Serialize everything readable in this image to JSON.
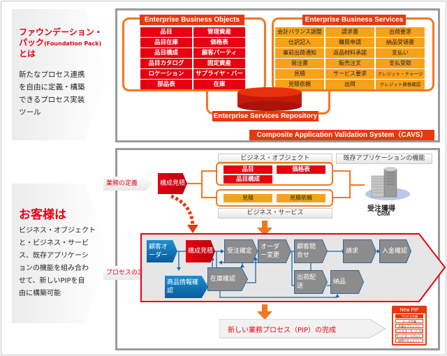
{
  "foundation_panel": {
    "title_line1": "ファウンデーション・",
    "title_line2": "パック",
    "title_paren": "(Foundation Pack)",
    "title_line3": "とは",
    "body": [
      "新たなプロセス連携",
      "を自由に定義・構築",
      "できるプロセス実装",
      "ツール"
    ]
  },
  "customer_panel": {
    "title": "お客様は",
    "body": [
      "ビジネス・オブジェクト",
      "と・ビジネス・サービ",
      "ス、既存アプリケーシ",
      "ョンの機能を組み合わ",
      "せて、新しいPIPを自",
      "由に構築可能"
    ]
  },
  "top_diagram": {
    "objects_title": "Enterprise Business Objects",
    "objects": [
      "品目",
      "管理資産",
      "品目在庫",
      "価格表",
      "品目構成",
      "顧客パーティ",
      "品目カタログ",
      "固定資産",
      "ロケーション",
      "サプライヤ・パーティ",
      "部品表",
      "在庫"
    ],
    "services_title": "Enterprise Business Services",
    "services": [
      "会計バランス調整",
      "請求書",
      "出荷要求",
      "仕訳記入",
      "購買申請",
      "納品受領書",
      "事前出荷通知",
      "返品材料承諾",
      "支払い",
      "発注書",
      "販売注文",
      "支払受取",
      "見積",
      "サービス要求",
      "クレジット・チャージ承認",
      "見積依頼",
      "出荷",
      "クレジット資格確認"
    ],
    "repository_label": "Enterprise Services Repository",
    "cavs_label": "Composite Application Validation System（CAVS）"
  },
  "bottom_diagram": {
    "business_definition_tag": "業務の定義",
    "process_definition_tag": "プロセスの定義",
    "selected_process": "構成見積",
    "business_objects_label": "ビジネス・オブジェクト",
    "existing_apps_label": "既存アプリケーションの機能",
    "business_services_label": "ビジネス・サービス",
    "objects": [
      "品目",
      "価格表",
      "品目構成"
    ],
    "services": [
      "見積",
      "見積依頼"
    ],
    "crm_label": "受注獲得",
    "crm_sub": "CRM",
    "steps": {
      "customer_order": "顧客オーダー",
      "product_info": "商品情報確認",
      "config_quote": "構成見積",
      "order_confirm": "受注確定",
      "stock_check": "在庫確認",
      "order_change": "オーダー変更",
      "customer_inquiry": "顧客問合せ",
      "shipping": "出荷配送",
      "billing": "請求",
      "payment_confirm": "入金確認",
      "delivery": "納品"
    },
    "result_label": "新しい業務プロセス（PIP）の完成",
    "new_pip": {
      "title": "New PIP",
      "items": [
        "プロセス定義",
        "データ定義",
        "共通オブジェクト",
        "ビジネス・サービス定義",
        "サービス・リポジトリ",
        "説明ドキュメント"
      ]
    }
  },
  "colors": {
    "accent_red": "#e60012",
    "accent_orange": "#f07820",
    "service_orange": "#f7a21b",
    "process_blue": "#1a7fc4",
    "process_gray": "#8c8c8c"
  }
}
